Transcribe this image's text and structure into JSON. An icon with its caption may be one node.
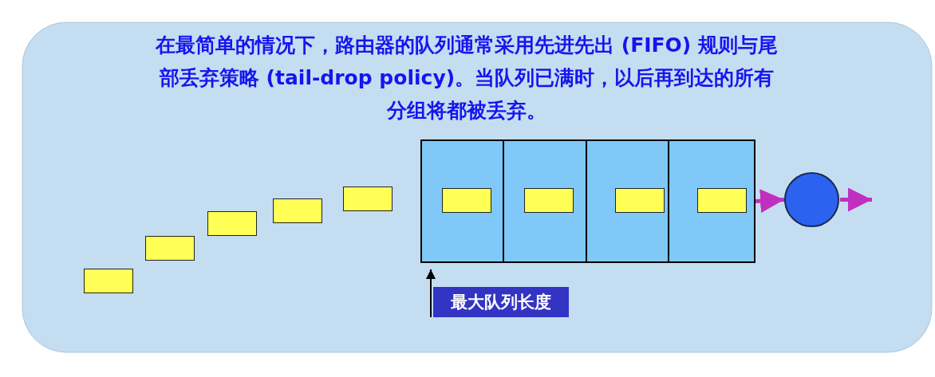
{
  "diagram": {
    "title": "在最简单的情况下，路由器的队列通常采用先进先出 (FIFO) 规则与尾部丢弃策略 (tail-drop policy)。当队列已满时，以后再到达的所有分组将都被丢弃。",
    "nodes": [
      {
        "text": [],
        "shape": "box"
      },
      {
        "text": [],
        "shape": "box"
      },
      {
        "text": [],
        "shape": "box"
      },
      {
        "text": [],
        "shape": "box"
      },
      {
        "text": [],
        "shape": "box"
      },
      {
        "text": [],
        "shape": "box"
      },
      {
        "text": [],
        "shape": "box",
        "in": 5
      },
      {
        "text": [],
        "shape": "box",
        "in": 5
      },
      {
        "text": [],
        "shape": "box",
        "in": 5
      },
      {
        "text": [],
        "shape": "box",
        "in": 5
      },
      {
        "text": [],
        "shape": "circle"
      },
      {
        "text": [
          "最大队列长度"
        ]
      }
    ],
    "edges": [
      {
        "from": 11,
        "to": 5,
        "arrow": "to",
        "color": "#000000"
      },
      {
        "from": 5,
        "to": 10,
        "arrow": "to"
      },
      {
        "from": 10,
        "to": null,
        "arrow": "to"
      }
    ]
  }
}
